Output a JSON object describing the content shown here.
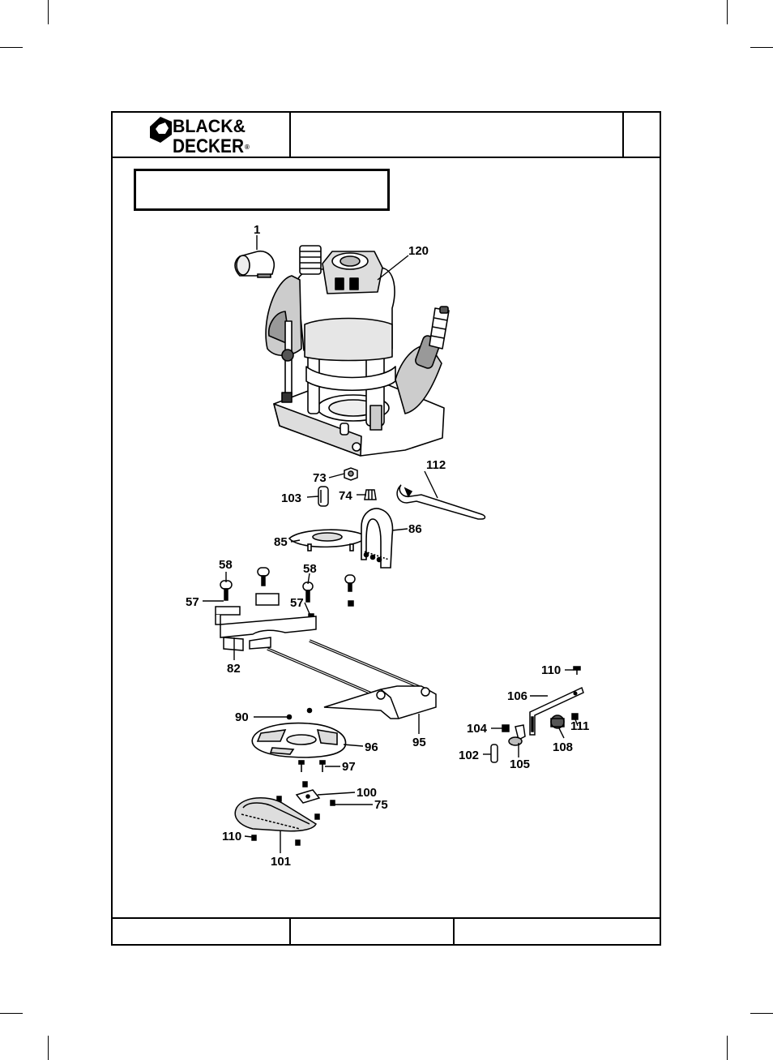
{
  "brand": {
    "line1": "BLACK&",
    "line2": "DECKER",
    "registered": "®"
  },
  "header": {
    "title_text": "",
    "page_text": ""
  },
  "section_title": "",
  "footer": {
    "cell1": "",
    "cell2": "",
    "cell3": ""
  },
  "callouts": [
    "1",
    "120",
    "73",
    "112",
    "103",
    "74",
    "86",
    "85",
    "58",
    "58",
    "57",
    "57",
    "82",
    "110",
    "106",
    "90",
    "104",
    "111",
    "96",
    "95",
    "108",
    "102",
    "105",
    "97",
    "100",
    "75",
    "110",
    "101"
  ]
}
